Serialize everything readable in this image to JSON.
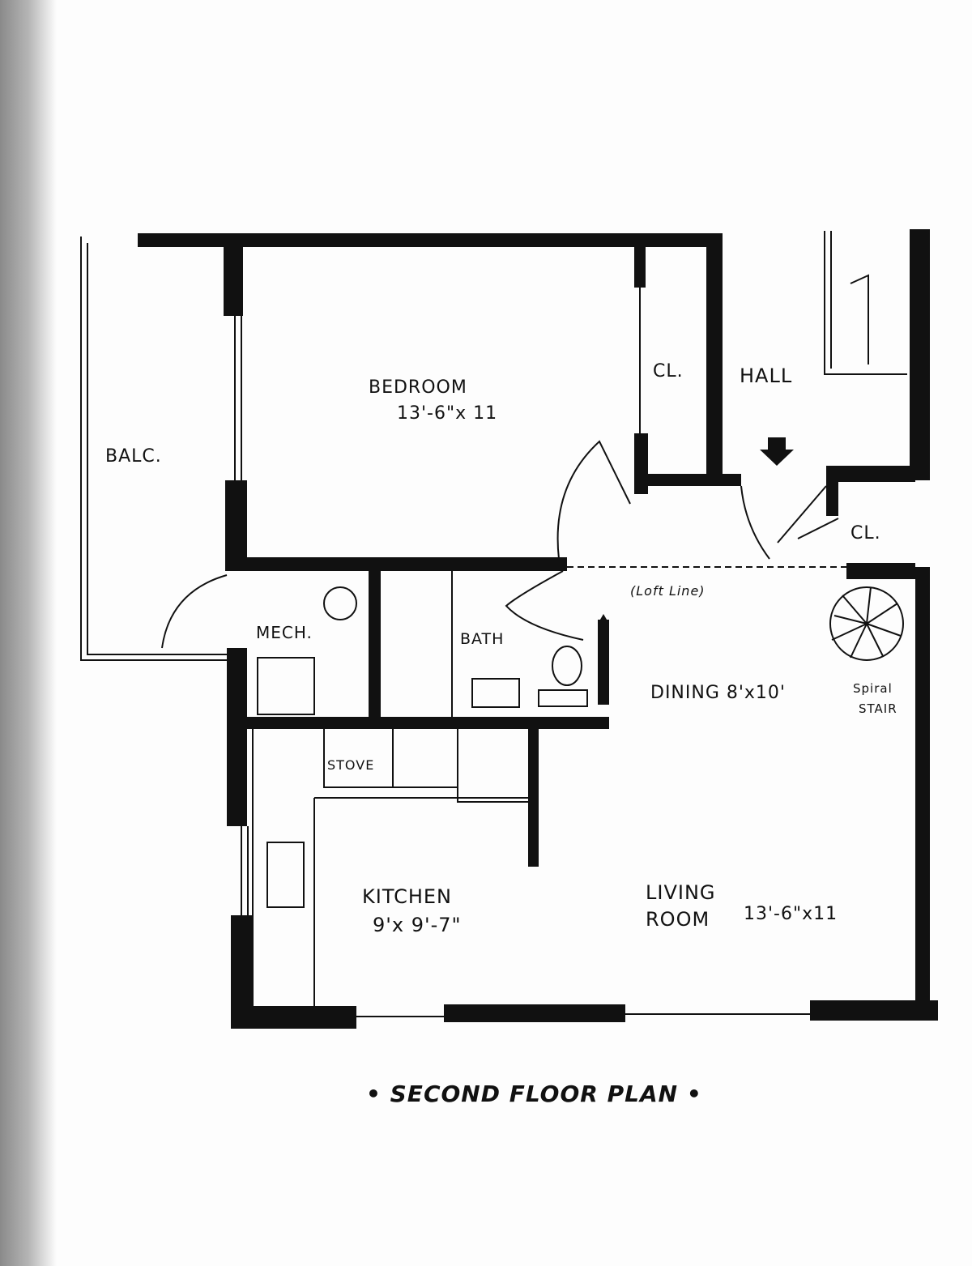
{
  "title": "• SECOND FLOOR PLAN •",
  "rooms": {
    "balcony": "BALC.",
    "bedroom": {
      "name": "BEDROOM",
      "size": "13'-6\"x 11"
    },
    "bedroom_closet": "CL.",
    "hall": "HALL",
    "hall_closet": "CL.",
    "loft_line": "(Loft Line)",
    "mech": "MECH.",
    "bath": "BATH",
    "dining": "DINING 8'x10'",
    "stair": {
      "line1": "Spiral",
      "line2": "STAIR"
    },
    "stove": "STOVE",
    "kitchen": {
      "name": "KITCHEN",
      "size": "9'x 9'-7\""
    },
    "living": {
      "line1": "LIVING",
      "line2": "ROOM",
      "size": "13'-6\"x11"
    }
  },
  "colors": {
    "ink": "#111111",
    "paper": "#fdfdfd"
  }
}
